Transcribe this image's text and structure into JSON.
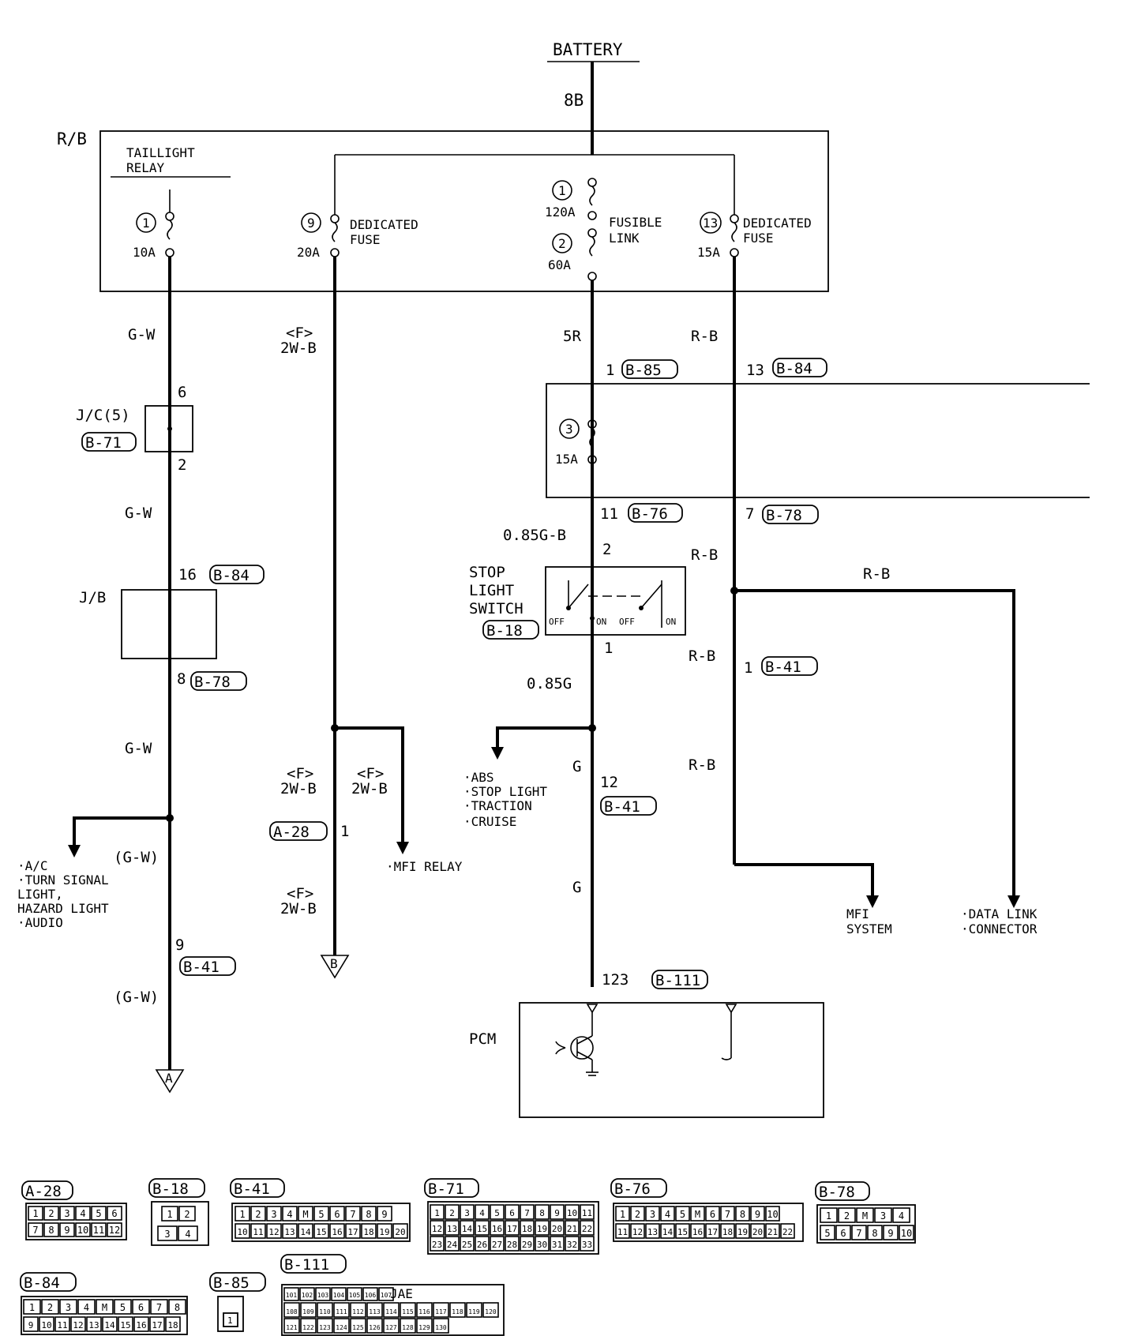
{
  "battery": "BATTERY",
  "battery_wire": "8B",
  "relay_box": "R/B",
  "taillight_relay": [
    "TAILLIGHT",
    "RELAY"
  ],
  "fuses": {
    "f1": {
      "num": "1",
      "amp": "10A"
    },
    "f9": {
      "num": "9",
      "amp": "20A",
      "name": [
        "DEDICATED",
        "FUSE"
      ]
    },
    "fl1": {
      "num": "1",
      "amp": "120A"
    },
    "fl2": {
      "num": "2",
      "amp": "60A"
    },
    "fusible_link": [
      "FUSIBLE",
      "LINK"
    ],
    "f13": {
      "num": "13",
      "amp": "15A",
      "name": [
        "DEDICATED",
        "FUSE"
      ]
    },
    "f3": {
      "num": "3",
      "amp": "15A"
    }
  },
  "wires": {
    "gw": "G-W",
    "f": "<F>",
    "w2b": "2W-B",
    "r5": "5R",
    "rb": "R-B",
    "g085b": "0.85G-B",
    "g085": "0.85G",
    "g": "G",
    "gw_paren": "(G-W)"
  },
  "pins": {
    "p1": "1",
    "p13": "13",
    "p6": "6",
    "p2": "2",
    "p16": "16",
    "p8": "8",
    "p11": "11",
    "p7": "7",
    "p2b": "2",
    "p1b": "1",
    "p1c": "1",
    "p12": "12",
    "p9": "9",
    "p1d": "1",
    "p123": "123"
  },
  "connectors": {
    "b85": "B-85",
    "b84": "B-84",
    "b71": "B-71",
    "b84b": "B-84",
    "b76": "B-76",
    "b78": "B-78",
    "b18": "B-18",
    "b78b": "B-78",
    "b41": "B-41",
    "b41b": "B-41",
    "b41c": "B-41",
    "a28": "A-28",
    "b111": "B-111"
  },
  "jc": "J/C(5)",
  "jb": "J/B",
  "stop_light_switch": [
    "STOP",
    "LIGHT",
    "SWITCH"
  ],
  "sw_off": "OFF",
  "sw_on": "ON",
  "pcm": "PCM",
  "dest": {
    "ac_group": [
      "·A/C",
      "·TURN SIGNAL",
      " LIGHT,",
      " HAZARD LIGHT",
      "·AUDIO"
    ],
    "abs_group": [
      "·ABS",
      "·STOP LIGHT",
      "·TRACTION",
      "·CRUISE"
    ],
    "mfi_relay": "·MFI RELAY",
    "mfi_system": [
      "MFI",
      "SYSTEM"
    ],
    "data_link": [
      "·DATA LINK",
      "·CONNECTOR"
    ]
  },
  "grounds": {
    "a": "A",
    "b": "B"
  },
  "connector_views": {
    "a28": {
      "label": "A-28",
      "row1": [
        "1",
        "2",
        "3",
        "4",
        "5",
        "6"
      ],
      "row2": [
        "7",
        "8",
        "9",
        "10",
        "11",
        "12"
      ]
    },
    "b18": {
      "label": "B-18",
      "row1": [
        "1",
        "2"
      ],
      "row2": [
        "3",
        "4"
      ]
    },
    "b41": {
      "label": "B-41",
      "row1": [
        "1",
        "2",
        "3",
        "4",
        "",
        "5",
        "6",
        "7",
        "8",
        "9"
      ],
      "row2": [
        "10",
        "11",
        "12",
        "13",
        "14",
        "15",
        "16",
        "17",
        "18",
        "19",
        "20"
      ]
    },
    "b71": {
      "label": "B-71",
      "row1": [
        "1",
        "2",
        "3",
        "4",
        "5",
        "6",
        "7",
        "8",
        "9",
        "10",
        "11"
      ],
      "row2": [
        "12",
        "13",
        "14",
        "15",
        "16",
        "17",
        "18",
        "19",
        "20",
        "21",
        "22"
      ],
      "row3": [
        "23",
        "24",
        "25",
        "26",
        "27",
        "28",
        "29",
        "30",
        "31",
        "32",
        "33"
      ]
    },
    "b76": {
      "label": "B-76",
      "row1": [
        "1",
        "2",
        "3",
        "4",
        "5",
        "",
        "6",
        "7",
        "8",
        "9",
        "10"
      ],
      "row2": [
        "11",
        "12",
        "13",
        "14",
        "15",
        "16",
        "17",
        "18",
        "19",
        "20",
        "21",
        "22"
      ]
    },
    "b78": {
      "label": "B-78",
      "row1": [
        "1",
        "2",
        "",
        "3",
        "4"
      ],
      "row2": [
        "5",
        "6",
        "7",
        "8",
        "9",
        "10"
      ]
    },
    "b84": {
      "label": "B-84",
      "row1": [
        "1",
        "2",
        "3",
        "4",
        "",
        "5",
        "6",
        "7",
        "8"
      ],
      "row2": [
        "9",
        "10",
        "11",
        "12",
        "13",
        "14",
        "15",
        "16",
        "17",
        "18"
      ]
    },
    "b85": {
      "label": "B-85",
      "pin": "1"
    },
    "b111": {
      "label": "B-111",
      "jae": "JAE",
      "row1": [
        "101",
        "102",
        "103",
        "104",
        "105",
        "106",
        "107"
      ],
      "row2": [
        "108",
        "109",
        "110",
        "111",
        "112",
        "113",
        "114",
        "115",
        "116",
        "117",
        "118",
        "119",
        "120"
      ],
      "row3": [
        "121",
        "122",
        "123",
        "124",
        "125",
        "126",
        "127",
        "128",
        "129",
        "130"
      ]
    }
  }
}
